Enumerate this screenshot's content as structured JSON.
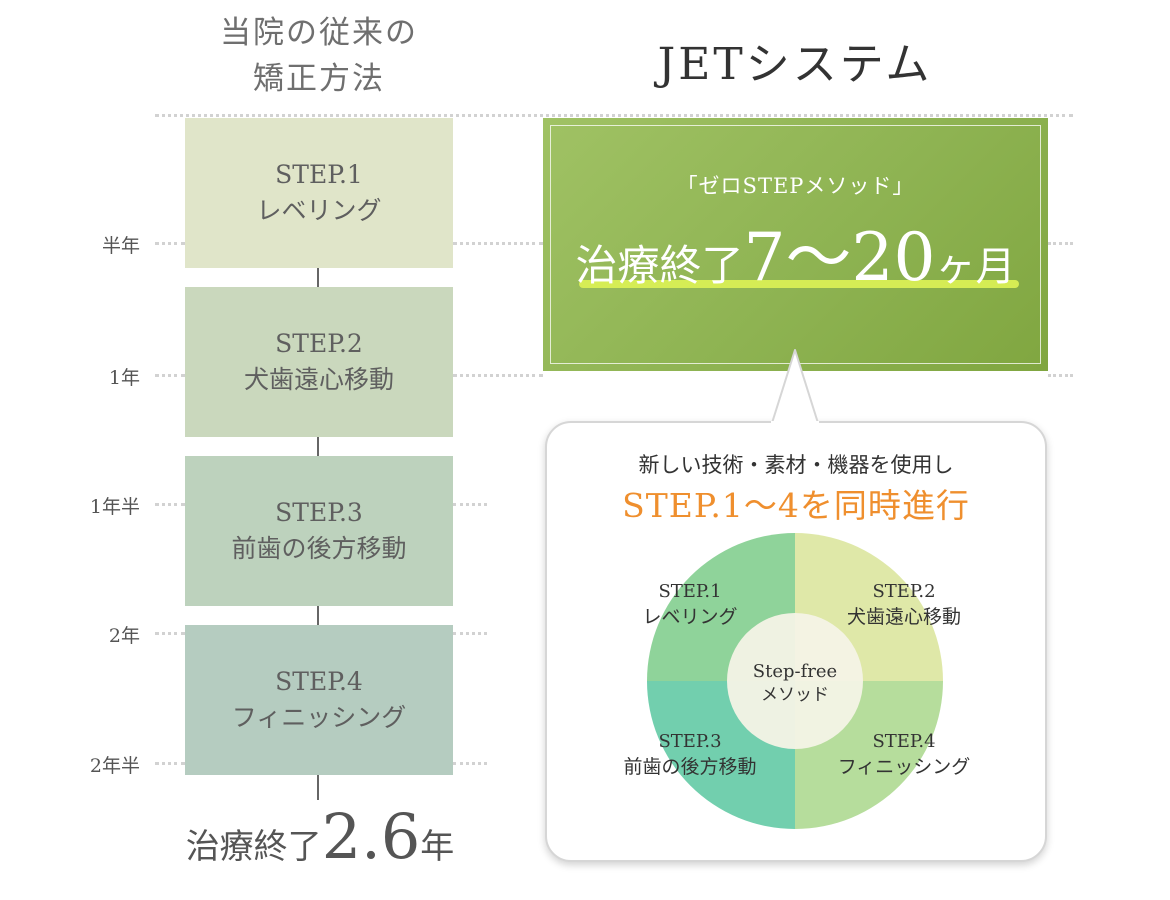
{
  "headings": {
    "left_line1": "当院の従来の",
    "left_line2": "矯正方法",
    "right": "JETシステム"
  },
  "time_labels": [
    "半年",
    "1年",
    "1年半",
    "2年",
    "2年半"
  ],
  "steps": [
    {
      "title": "STEP.1",
      "name": "レベリング"
    },
    {
      "title": "STEP.2",
      "name": "犬歯遠心移動"
    },
    {
      "title": "STEP.3",
      "name": "前歯の後方移動"
    },
    {
      "title": "STEP.4",
      "name": "フィニッシング"
    }
  ],
  "left_result": {
    "prefix": "治療終了",
    "number": "2.6",
    "unit": "年"
  },
  "jet": {
    "method": "「ゼロSTEPメソッド」",
    "prefix": "治療終了",
    "number": "7～20",
    "unit": "ヶ月"
  },
  "bubble": {
    "note": "新しい技術・素材・機器を使用し",
    "headline": "STEP.1～4を同時進行"
  },
  "chart_data": {
    "type": "pie",
    "center_label": [
      "Step-free",
      "メソッド"
    ],
    "slices": [
      {
        "title": "STEP.1",
        "name": "レベリング",
        "value": 25,
        "color": "#dfe8a8"
      },
      {
        "title": "STEP.2",
        "name": "犬歯遠心移動",
        "value": 25,
        "color": "#b6dd9c"
      },
      {
        "title": "STEP.4",
        "name": "フィニッシング",
        "value": 25,
        "color": "#72cfae"
      },
      {
        "title": "STEP.3",
        "name": "前歯の後方移動",
        "value": 25,
        "color": "#8fd39a"
      }
    ]
  }
}
